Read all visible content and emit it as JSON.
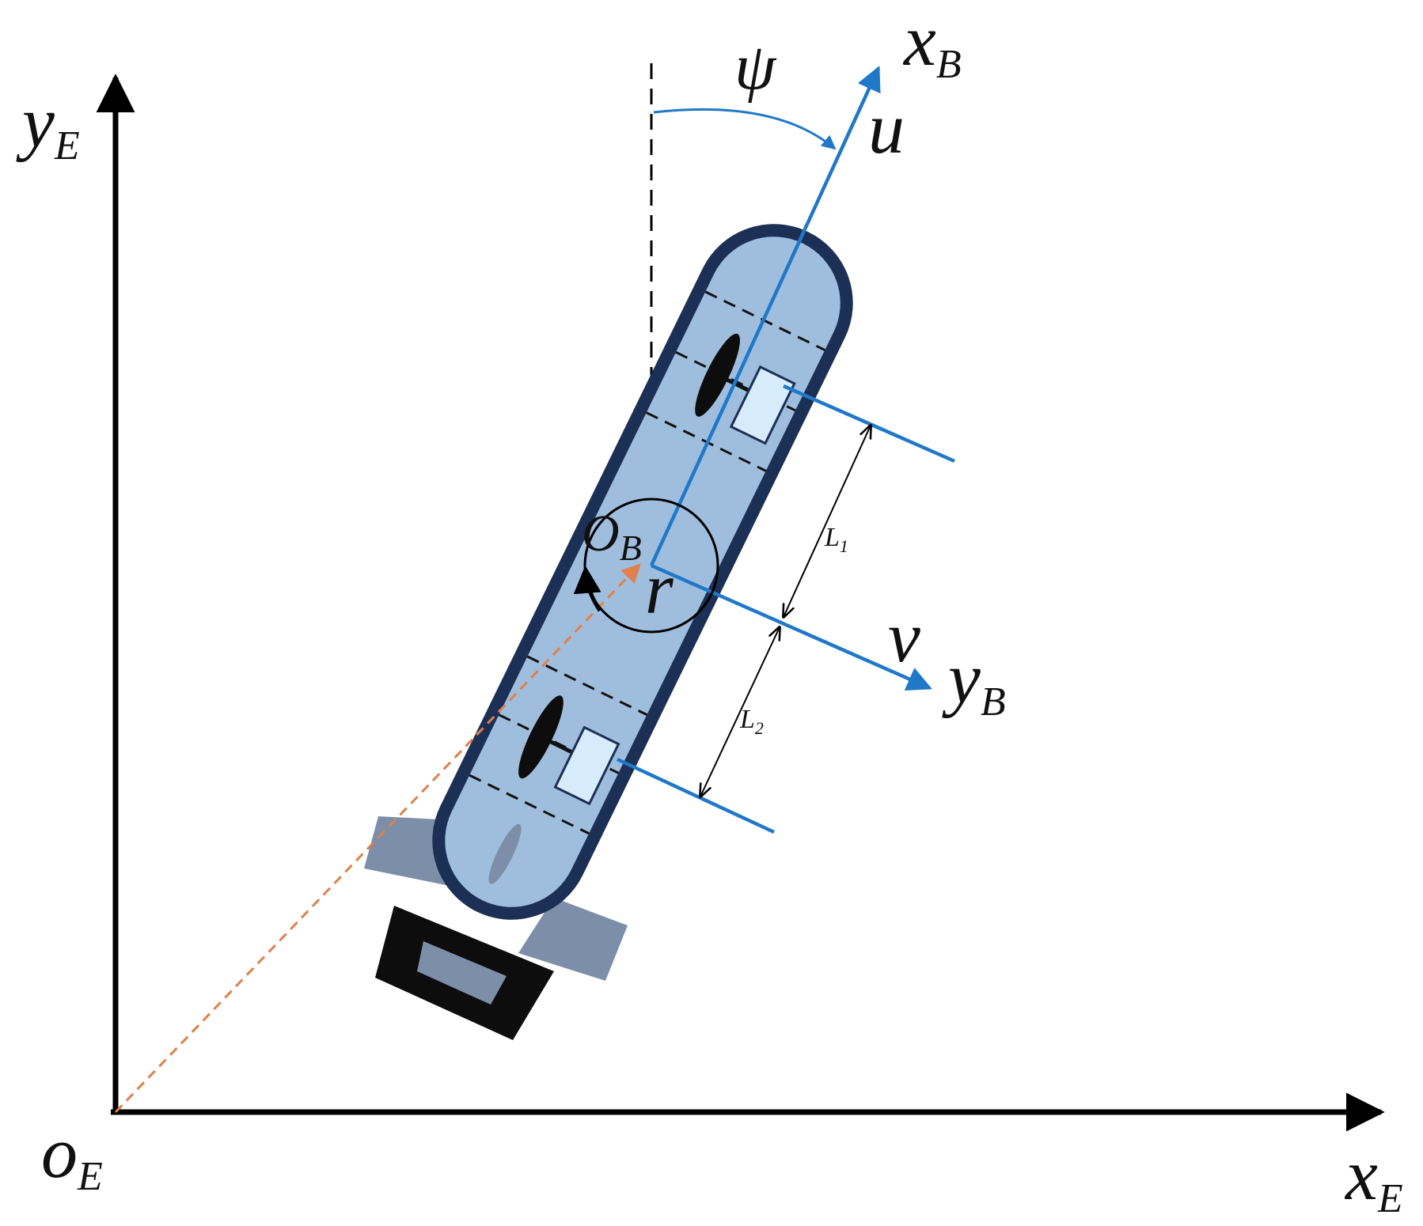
{
  "labels": {
    "earth_x_axis": {
      "main": "x",
      "sub": "E"
    },
    "earth_y_axis": {
      "main": "y",
      "sub": "E"
    },
    "earth_origin": {
      "main": "o",
      "sub": "E"
    },
    "body_x_axis": {
      "main": "x",
      "sub": "B"
    },
    "body_y_axis": {
      "main": "y",
      "sub": "B"
    },
    "body_origin": {
      "main": "O",
      "sub": "B"
    },
    "surge_velocity": "u",
    "sway_velocity": "v",
    "yaw_rate": "r",
    "heading_angle": "ψ",
    "thruster_distance_1": {
      "main": "L",
      "sub": "1"
    },
    "thruster_distance_2": {
      "main": "L",
      "sub": "2"
    }
  },
  "colors": {
    "earth_axes": "#000000",
    "body_axes": "#1f78c8",
    "hull_fill": "#9fbedd",
    "hull_outline": "#1c2f55",
    "position_vector": "#e0804a",
    "thruster_box": "#d6ecfa",
    "rudder_fins": "#7d8fa8",
    "stern_block": "#0d0d0d"
  },
  "icons": {
    "propeller": "propeller-icon",
    "thruster_motor": "motor-box-icon"
  }
}
